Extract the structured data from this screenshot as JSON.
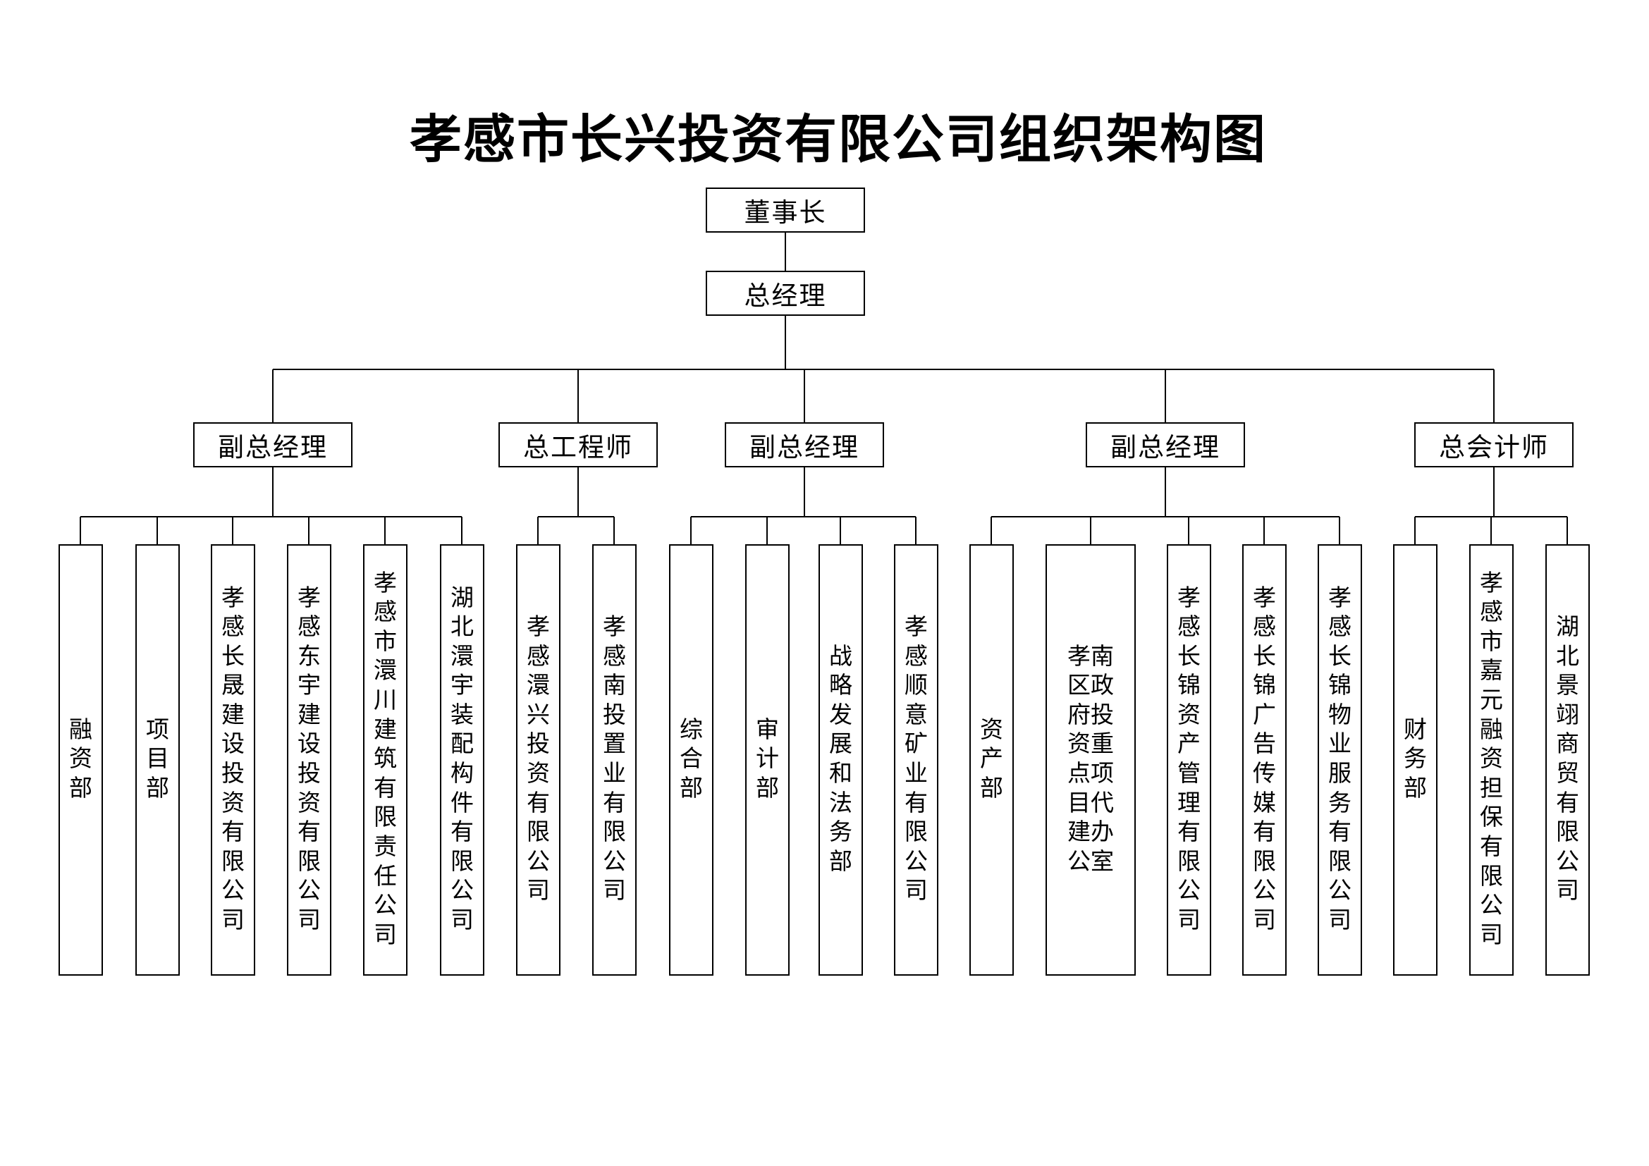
{
  "title": "孝感市长兴投资有限公司组织架构图",
  "colors": {
    "background": "#ffffff",
    "line": "#000000",
    "box_border": "#000000",
    "text": "#000000"
  },
  "org": {
    "chairman": "董事长",
    "general_manager": "总经理",
    "branches": [
      {
        "label": "副总经理",
        "children": [
          "融资部",
          "项目部",
          "孝感长晟建设投资有限公司",
          "孝感东宇建设投资有限公司",
          "孝感市澴川建筑有限责任公司",
          "湖北澴宇装配构件有限公司"
        ]
      },
      {
        "label": "总工程师",
        "children": [
          "孝感澴兴投资有限公司",
          "孝感南投置业有限公司"
        ]
      },
      {
        "label": "副总经理",
        "children": [
          "综合部",
          "审计部",
          "战略发展和法务部",
          "孝感顺意矿业有限公司"
        ]
      },
      {
        "label": "副总经理",
        "children": [
          "资产部",
          "孝南区政府投资重点项目代建办公室",
          "孝感长锦资产管理有限公司",
          "孝感长锦广告传媒有限公司",
          "孝感长锦物业服务有限公司"
        ]
      },
      {
        "label": "总会计师",
        "children": [
          "财务部",
          "孝感市嘉元融资担保有限公司",
          "湖北景翊商贸有限公司"
        ]
      }
    ]
  }
}
